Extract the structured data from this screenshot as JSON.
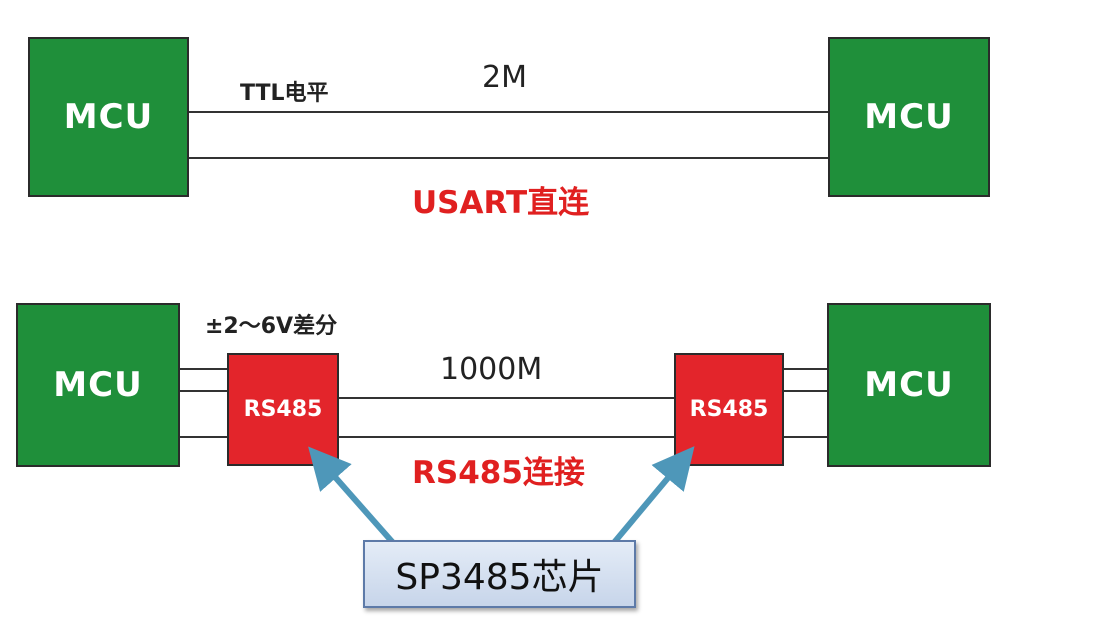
{
  "top": {
    "left_mcu": "MCU",
    "right_mcu": "MCU",
    "signal_label": "TTL电平",
    "speed_label": "2M",
    "title": "USART直连"
  },
  "bottom": {
    "left_mcu": "MCU",
    "right_mcu": "MCU",
    "left_transceiver": "RS485",
    "right_transceiver": "RS485",
    "signal_label": "±2～6V差分",
    "speed_label": "1000M",
    "title": "RS485连接"
  },
  "callout": {
    "label": "SP3485芯片"
  },
  "colors": {
    "mcu_green": "#1f8f3a",
    "rs485_red": "#e3252b",
    "title_red": "#e02020",
    "arrow_blue": "#4e97b9"
  }
}
